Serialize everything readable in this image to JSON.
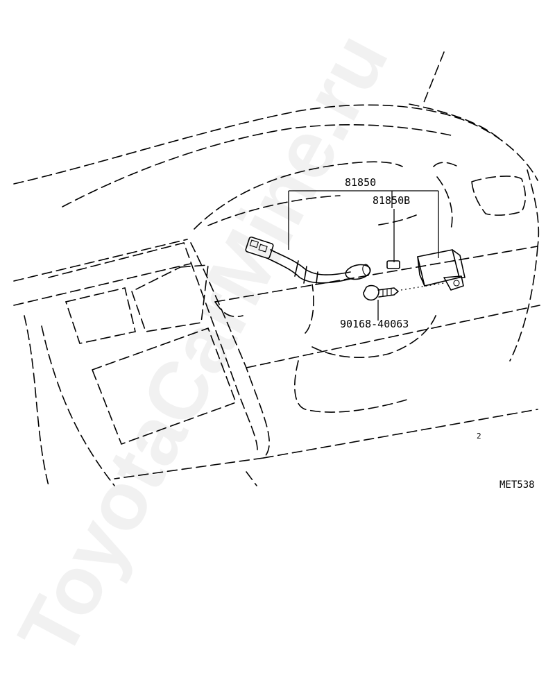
{
  "labels": {
    "part_main": "81850",
    "part_sub": "81850B",
    "part_bolt": "90168-40063",
    "figure_code": "MET538",
    "corner_mark": "2"
  },
  "watermark": "ToyotaCarMine.ru",
  "colors": {
    "line": "#000000",
    "background": "#ffffff",
    "watermark": "#cfcfcf"
  }
}
